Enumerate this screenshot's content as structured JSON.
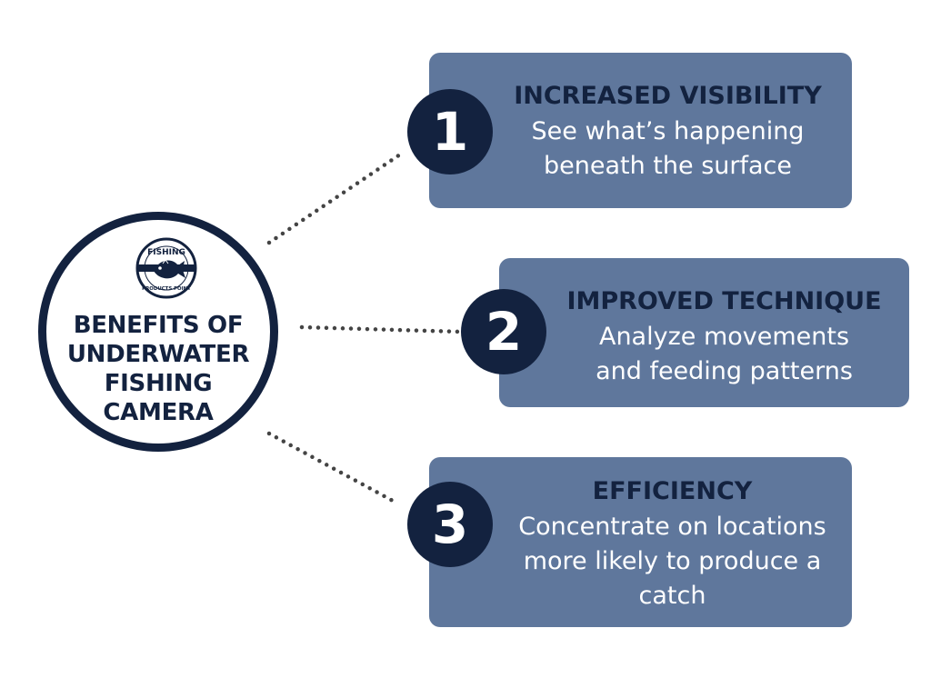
{
  "hub": {
    "title_lines": [
      "BENEFITS OF",
      "UNDERWATER",
      "FISHING",
      "CAMERA"
    ],
    "logo": {
      "icon": "fishing-products-point-logo",
      "text_top": "FISHING",
      "text_bottom": "PRODUCTS POINT"
    }
  },
  "benefits": [
    {
      "number": "1",
      "title": "INCREASED VISIBILITY",
      "description_lines": [
        "See what’s happening",
        "beneath the surface"
      ]
    },
    {
      "number": "2",
      "title": "IMPROVED TECHNIQUE",
      "description_lines": [
        "Analyze movements",
        "and feeding patterns"
      ]
    },
    {
      "number": "3",
      "title": "EFFICIENCY",
      "description_lines": [
        "Concentrate on locations",
        "more likely to produce a",
        "catch"
      ]
    }
  ],
  "colors": {
    "navy": "#13223f",
    "card": "#5f779c",
    "connector": "#444444",
    "background": "#ffffff"
  }
}
